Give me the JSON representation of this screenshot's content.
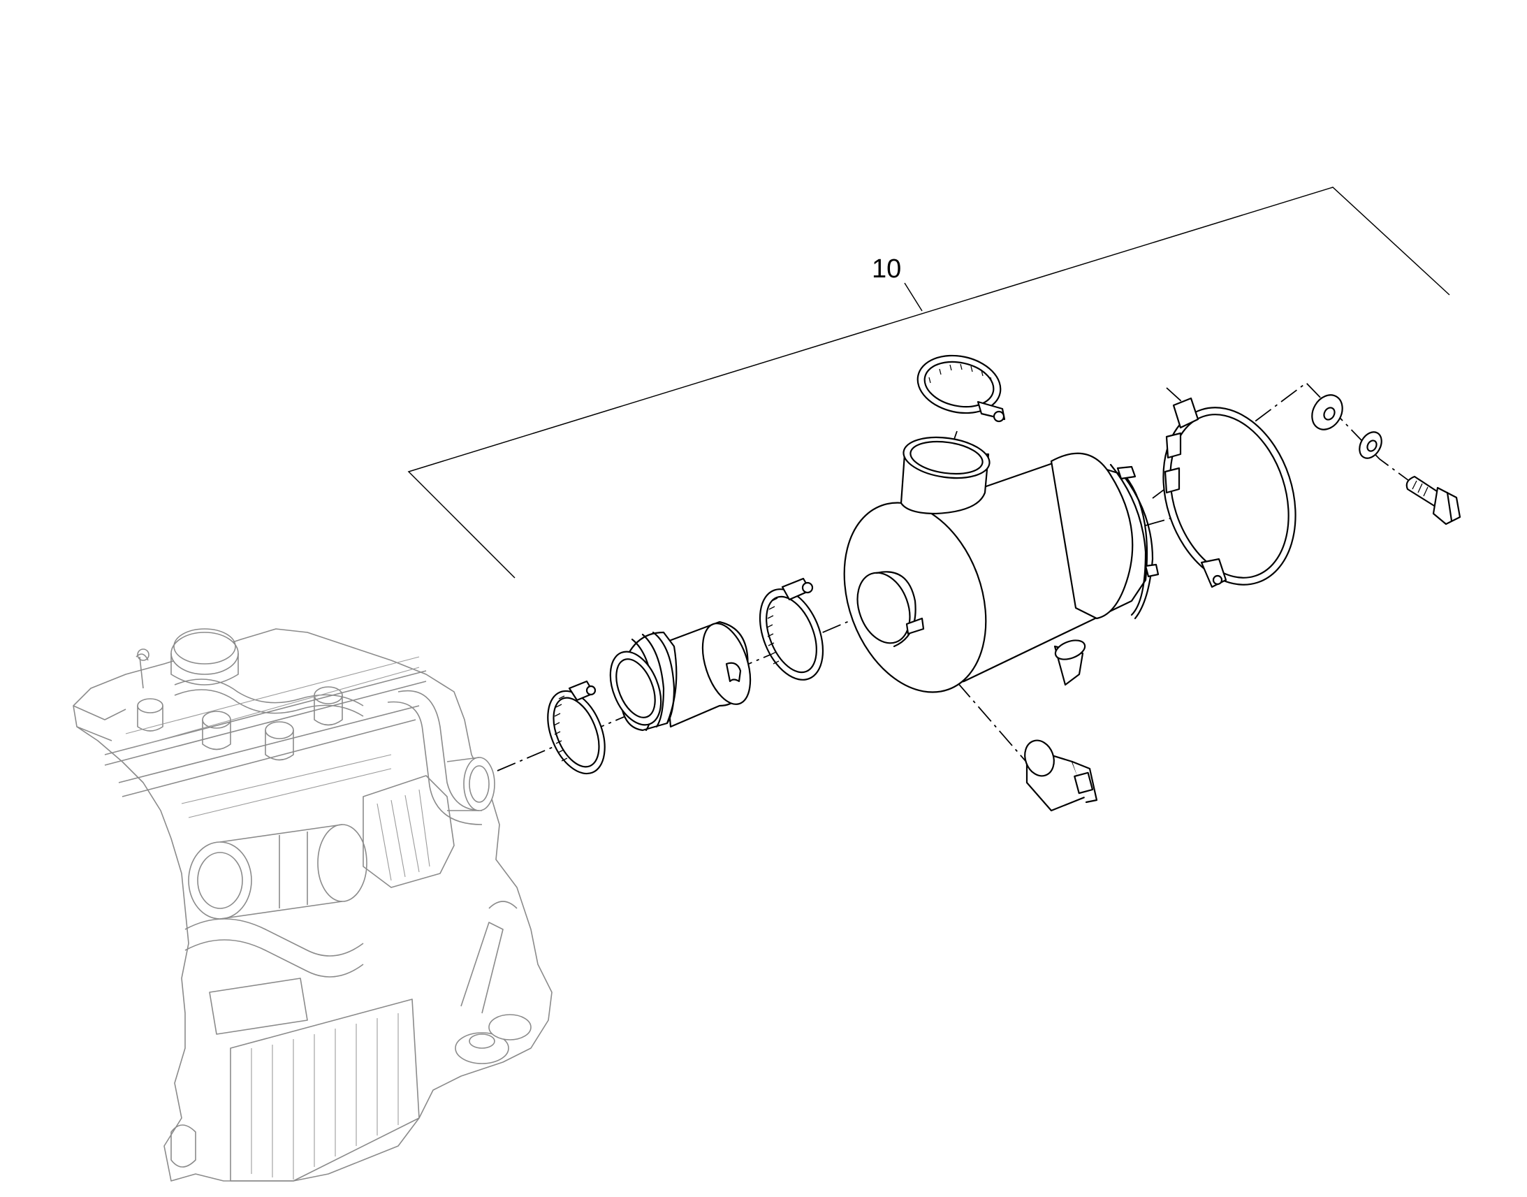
{
  "diagram": {
    "callouts": [
      {
        "id": "item-10",
        "label": "10"
      }
    ],
    "colors": {
      "line": "#000000",
      "background_engine": "#8a8a8a",
      "paper": "#ffffff"
    },
    "parts": [
      "engine-block",
      "hose-clamp-left",
      "intake-bellows-hose",
      "hose-clamp-middle",
      "air-filter-housing",
      "hose-clamp-top",
      "restriction-sensor",
      "mounting-band-bracket",
      "washer-large",
      "washer-small",
      "bolt"
    ]
  }
}
